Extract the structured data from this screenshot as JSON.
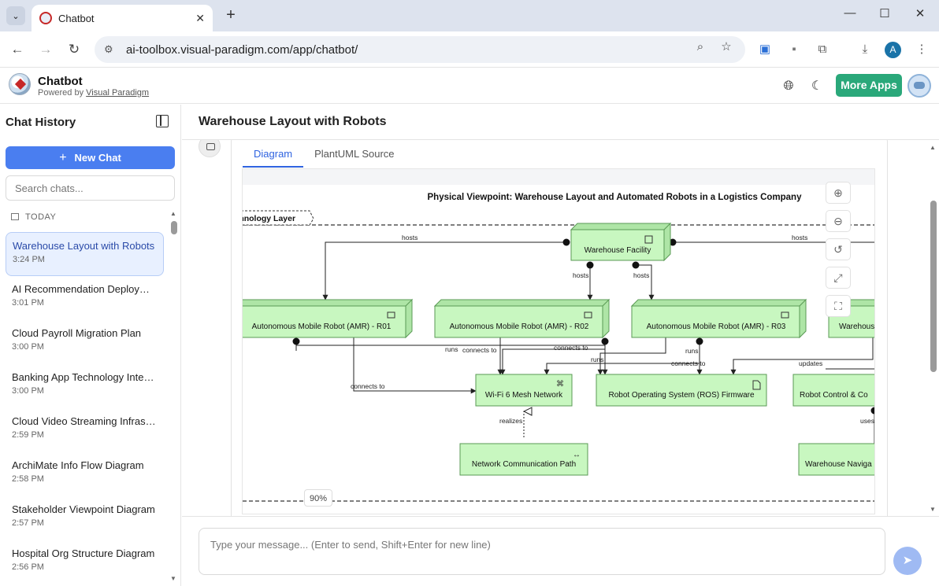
{
  "browser": {
    "tab_title": "Chatbot",
    "url": "ai-toolbox.visual-paradigm.com/app/chatbot/"
  },
  "header": {
    "title": "Chatbot",
    "powered_prefix": "Powered by",
    "powered_link": "Visual Paradigm",
    "more_apps": "More Apps"
  },
  "sidebar": {
    "title": "Chat History",
    "new_chat": "New Chat",
    "search_placeholder": "Search chats...",
    "section": "TODAY",
    "items": [
      {
        "title": "Warehouse Layout with Robots",
        "time": "3:24 PM"
      },
      {
        "title": "AI Recommendation Deployment",
        "time": "3:01 PM"
      },
      {
        "title": "Cloud Payroll Migration Plan",
        "time": "3:00 PM"
      },
      {
        "title": "Banking App Technology Integration",
        "time": "3:00 PM"
      },
      {
        "title": "Cloud Video Streaming Infrastructure",
        "time": "2:59 PM"
      },
      {
        "title": "ArchiMate Info Flow Diagram",
        "time": "2:58 PM"
      },
      {
        "title": "Stakeholder Viewpoint Diagram",
        "time": "2:57 PM"
      },
      {
        "title": "Hospital Org Structure Diagram",
        "time": "2:56 PM"
      }
    ]
  },
  "main": {
    "title": "Warehouse Layout with Robots",
    "tabs": [
      "Diagram",
      "PlantUML Source"
    ],
    "zoom": "90%",
    "composer_placeholder": "Type your message... (Enter to send, Shift+Enter for new line)"
  },
  "diagram": {
    "title": "Physical Viewpoint: Warehouse Layout and Automated Robots in a Logistics Company",
    "layer": "Technology Layer",
    "nodes": {
      "facility": "Warehouse Facility",
      "r01": "Autonomous Mobile Robot (AMR) - R01",
      "r02": "Autonomous Mobile Robot (AMR) - R02",
      "r03": "Autonomous Mobile Robot (AMR) - R03",
      "r04": "Warehouse",
      "wifi": "Wi-Fi 6 Mesh Network",
      "ros": "Robot Operating System (ROS) Firmware",
      "rcc": "Robot Control & Co",
      "path": "Network Communication Path",
      "nav": "Warehouse Naviga"
    },
    "labels": {
      "hosts": "hosts",
      "runs": "runs",
      "connects_to": "connects to",
      "updates": "updates",
      "realizes": "realizes",
      "uses": "uses"
    },
    "colors": {
      "node_fill": "#c8f7c0",
      "node_stroke": "#5a9a55",
      "line": "#222222"
    }
  }
}
